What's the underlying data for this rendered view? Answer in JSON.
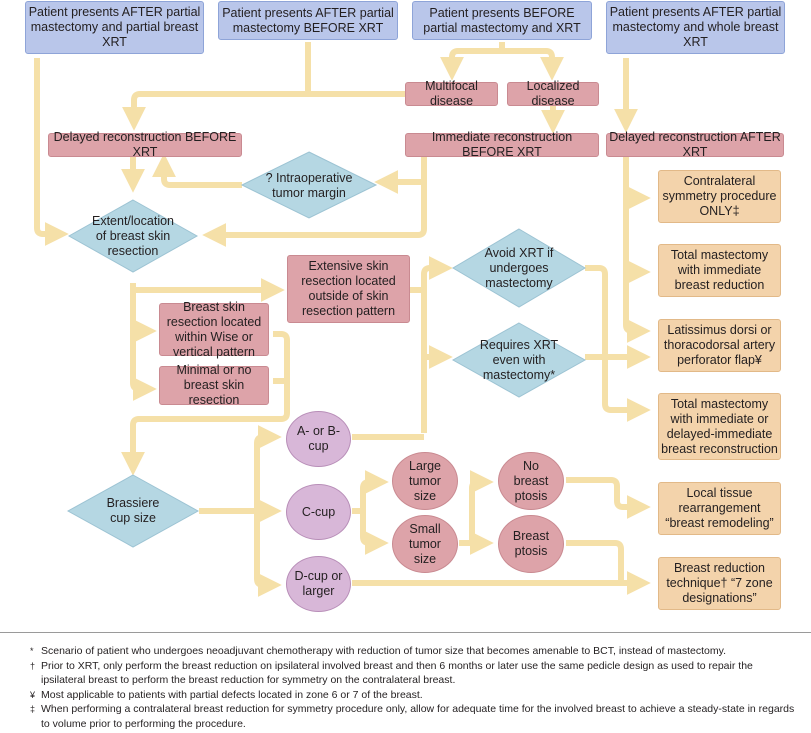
{
  "diagram": {
    "colors": {
      "start": "#b9c6ea",
      "process": "#dda3a9",
      "decision": "#b5d7e3",
      "outcome": "#f3d3ab",
      "cup": "#d8b7d8",
      "connector": "#f5e0a8"
    },
    "start_nodes": [
      "Patient presents AFTER partial mastectomy and partial breast XRT",
      "Patient presents AFTER partial mastectomy BEFORE XRT",
      "Patient presents BEFORE partial mastectomy and XRT",
      "Patient presents AFTER partial mastectomy and whole breast XRT"
    ],
    "disease": {
      "multifocal": "Multifocal disease",
      "localized": "Localized disease"
    },
    "reconstruction": {
      "delayed_before": "Delayed reconstruction BEFORE XRT",
      "immediate_before": "Immediate reconstruction BEFORE XRT",
      "delayed_after": "Delayed reconstruction AFTER XRT"
    },
    "decisions": {
      "margin": "? Intraoperative tumor margin",
      "extent": "Extent/location of breast skin resection",
      "avoid_xrt": "Avoid XRT if undergoes mastectomy",
      "requires_xrt": "Requires XRT even with mastectomy*",
      "cup_size": "Brassiere cup size"
    },
    "skin": {
      "extensive": "Extensive skin resection located outside of skin resection pattern",
      "within": "Breast skin resection located within Wise or vertical pattern",
      "minimal": "Minimal or no breast skin resection"
    },
    "cups": {
      "ab": "A- or B-cup",
      "c": "C-cup",
      "d": "D-cup or larger"
    },
    "tumor": {
      "large": "Large tumor size",
      "small": "Small tumor size"
    },
    "ptosis": {
      "none": "No breast ptosis",
      "yes": "Breast ptosis"
    },
    "outcomes": [
      "Contralateral symmetry procedure ONLY‡",
      "Total mastectomy with immediate breast reduction",
      "Latissimus dorsi or thoracodorsal artery perforator flap¥",
      "Total mastectomy with immediate or delayed-immediate breast reconstruction",
      "Local tissue rearrangement “breast remodeling”",
      "Breast reduction technique† “7 zone designations”"
    ]
  },
  "footnotes": [
    {
      "symbol": "*",
      "text": "Scenario of patient who undergoes neoadjuvant chemotherapy with reduction of tumor size that becomes amenable to BCT, instead of mastectomy."
    },
    {
      "symbol": "†",
      "text": "Prior to XRT, only perform the breast reduction on ipsilateral involved breast and then 6 months or later use the same pedicle design as used to repair the ipsilateral breast to perform the breast reduction for symmetry on the contralateral breast."
    },
    {
      "symbol": "¥",
      "text": "Most applicable to patients with partial defects located in zone 6 or 7 of the breast."
    },
    {
      "symbol": "‡",
      "text": "When performing a contralateral breast reduction for symmetry procedure only, allow for adequate time for the involved breast to achieve a steady-state in regards to volume prior to performing the procedure."
    }
  ]
}
